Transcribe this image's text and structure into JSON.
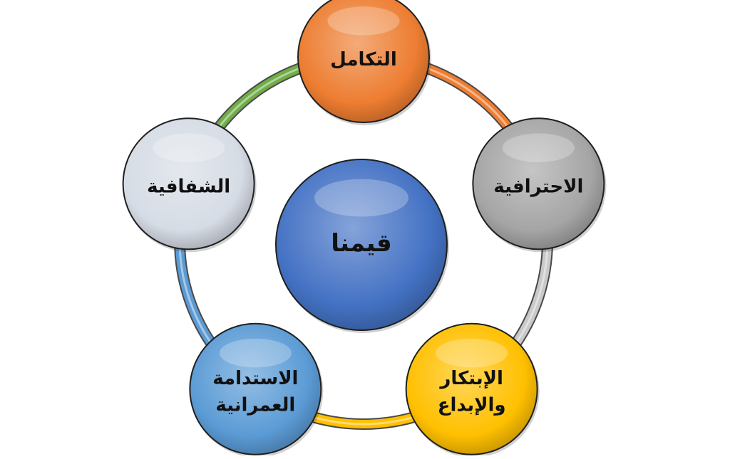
{
  "center": {
    "label": "قيمنا",
    "color": "#4472c4"
  },
  "nodes": [
    {
      "id": "integration",
      "lines": [
        "التكامل"
      ],
      "color": "#ed7d31"
    },
    {
      "id": "professionalism",
      "lines": [
        "الاحترافية"
      ],
      "color": "#a5a5a5"
    },
    {
      "id": "innovation",
      "lines": [
        "الإبتكار",
        "والإبداع"
      ],
      "color": "#ffc000"
    },
    {
      "id": "sustainability",
      "lines": [
        "الاستدامة",
        "العمرانية"
      ],
      "color": "#5b9bd5"
    },
    {
      "id": "transparency",
      "lines": [
        "الشفافية"
      ],
      "color": "#d6dce5"
    }
  ],
  "connectors": [
    {
      "from": "integration",
      "to": "professionalism",
      "color": "#ed7d31"
    },
    {
      "from": "professionalism",
      "to": "innovation",
      "color": "#c9c9c9"
    },
    {
      "from": "innovation",
      "to": "sustainability",
      "color": "#ffc000"
    },
    {
      "from": "sustainability",
      "to": "transparency",
      "color": "#5b9bd5"
    },
    {
      "from": "transparency",
      "to": "integration",
      "color": "#70ad47"
    }
  ]
}
